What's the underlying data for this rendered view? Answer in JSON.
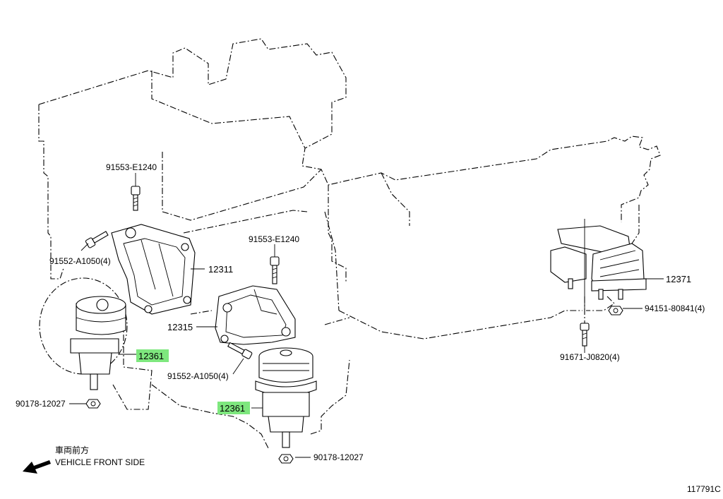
{
  "diagram": {
    "callouts": [
      {
        "id": "bolt-top-left",
        "text": "91553-E1240"
      },
      {
        "id": "bolt-left-mid",
        "text": "91552-A1050(4)"
      },
      {
        "id": "bracket-left",
        "text": "12311"
      },
      {
        "id": "mount-left",
        "text": "12361",
        "highlight": true
      },
      {
        "id": "nut-left",
        "text": "90178-12027"
      },
      {
        "id": "bolt-top-center",
        "text": "91553-E1240"
      },
      {
        "id": "bracket-center",
        "text": "12315"
      },
      {
        "id": "bolt-center",
        "text": "91552-A1050(4)"
      },
      {
        "id": "mount-center",
        "text": "12361",
        "highlight": true
      },
      {
        "id": "nut-center",
        "text": "90178-12027"
      },
      {
        "id": "mount-rear",
        "text": "12371"
      },
      {
        "id": "nut-rear",
        "text": "94151-80841(4)"
      },
      {
        "id": "bolt-rear",
        "text": "91671-J0820(4)"
      }
    ],
    "direction": {
      "japanese": "車両前方",
      "english": "VEHICLE FRONT SIDE"
    },
    "figure_number": "117791C",
    "colors": {
      "highlight": "#7ee77e",
      "line": "#000000"
    }
  }
}
